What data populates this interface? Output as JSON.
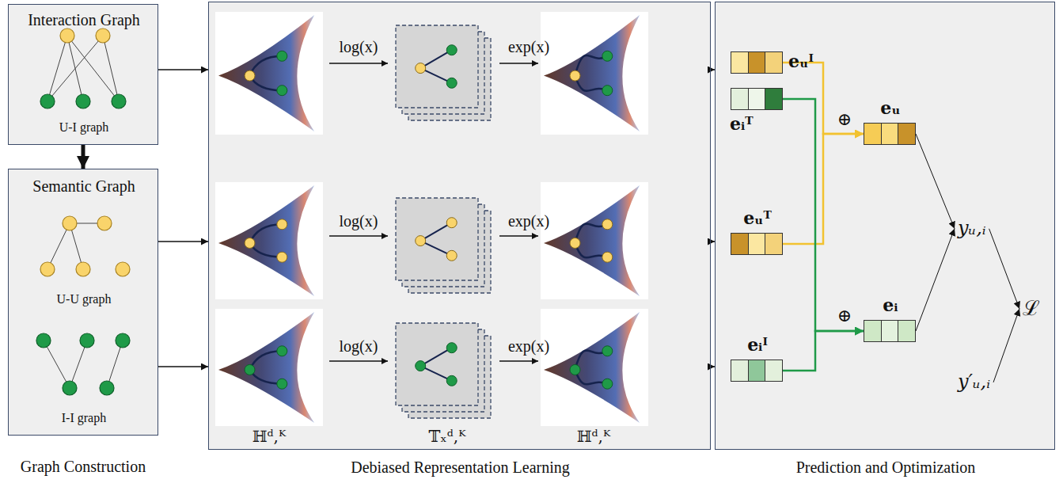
{
  "diagram": {
    "nodes": [
      {
        "text": [
          "Interaction Graph",
          "U-I graph"
        ]
      },
      {
        "text": [
          "Semantic Graph",
          "U-U graph",
          "I-I graph"
        ]
      },
      {
        "text": [
          "Debiased Representation Learning"
        ]
      },
      {
        "text": [
          "Prediction and Optimization"
        ]
      },
      {
        "text": [
          "eᵤᴵ"
        ],
        "in": 3
      },
      {
        "text": [
          "eᵢᵁ"
        ],
        "in": 3
      },
      {
        "text": [
          "eᵤ"
        ],
        "in": 3
      },
      {
        "text": [
          "eᵤᵁ"
        ],
        "in": 3
      },
      {
        "text": [
          "eᵢ"
        ],
        "in": 3
      },
      {
        "text": [
          "eᵢᴵ"
        ],
        "in": 3
      },
      {
        "text": [
          "yᵤ,ᵢ"
        ],
        "in": 3
      },
      {
        "text": [
          "ℒ"
        ],
        "in": 3
      },
      {
        "text": [
          "y′ᵤ,ᵢ"
        ],
        "in": 3
      }
    ],
    "edges": [
      {
        "from": 0,
        "to": 1,
        "arrow": "to"
      },
      {
        "from": 0,
        "to": 2,
        "arrow": "to"
      },
      {
        "from": 1,
        "to": 2,
        "arrow": "to"
      },
      {
        "from": 1,
        "to": 2,
        "arrow": "to"
      },
      {
        "from": 2,
        "to": 3,
        "arrow": "to"
      },
      {
        "from": 2,
        "to": 3,
        "arrow": "to"
      },
      {
        "from": 2,
        "to": 3,
        "arrow": "to"
      },
      {
        "from": 4,
        "to": 6,
        "arrow": "to"
      },
      {
        "from": 7,
        "to": 6,
        "arrow": "to"
      },
      {
        "from": 5,
        "to": 8,
        "arrow": "to"
      },
      {
        "from": 9,
        "to": 8,
        "arrow": "to"
      },
      {
        "from": 6,
        "to": 10,
        "arrow": "to"
      },
      {
        "from": 8,
        "to": 10,
        "arrow": "to"
      },
      {
        "from": 10,
        "to": 11,
        "arrow": "to"
      },
      {
        "from": 12,
        "to": 11,
        "arrow": "to"
      }
    ],
    "labels": [
      "Graph Construction",
      "log(x)",
      "exp(x)",
      "log(x)",
      "exp(x)",
      "log(x)",
      "exp(x)",
      "ℍᵈ,ᴷ",
      "𝕋ₓᵈ,ᴷ",
      "ℍᵈ,ᴷ",
      "⊕",
      "⊕"
    ]
  }
}
